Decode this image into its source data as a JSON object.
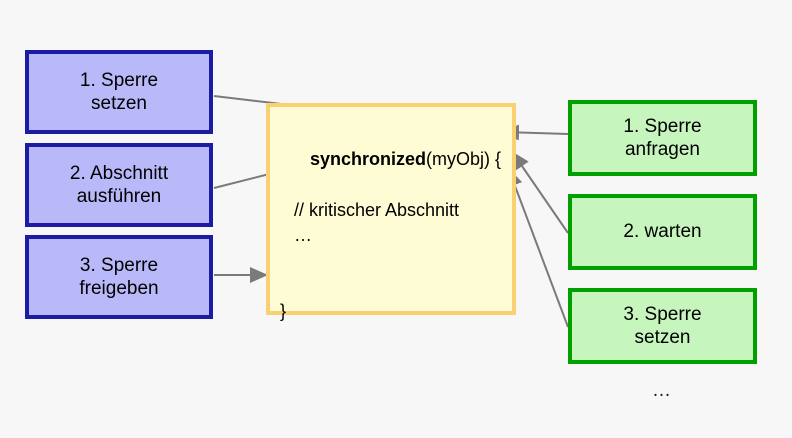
{
  "diagram": {
    "title": "synchronized block lock lifecycle",
    "background_color": "#f7f7f7",
    "trailing_ellipsis": "…"
  },
  "colors": {
    "blue_fill": "#b9b9f9",
    "blue_border": "#1b1ba4",
    "green_fill": "#c7f5be",
    "green_border": "#00a000",
    "code_fill": "#fefcd4",
    "code_border": "#fbcf74",
    "arrow": "#7a7a7a",
    "text": "#000000"
  },
  "left_steps": [
    {
      "line1": "1. Sperre",
      "line2": "setzen"
    },
    {
      "line1": "2. Abschnitt",
      "line2": "ausführen"
    },
    {
      "line1": "3. Sperre",
      "line2": "freigeben"
    }
  ],
  "right_steps": [
    {
      "line1": "1. Sperre",
      "line2": "anfragen"
    },
    {
      "line1": "2. warten",
      "line2": ""
    },
    {
      "line1": "3. Sperre",
      "line2": "setzen"
    }
  ],
  "code": {
    "line1_keyword": "synchronized",
    "line1_rest": "(myObj) {",
    "line2": "// kritischer Abschnitt",
    "line3": "…",
    "line4": "}"
  }
}
